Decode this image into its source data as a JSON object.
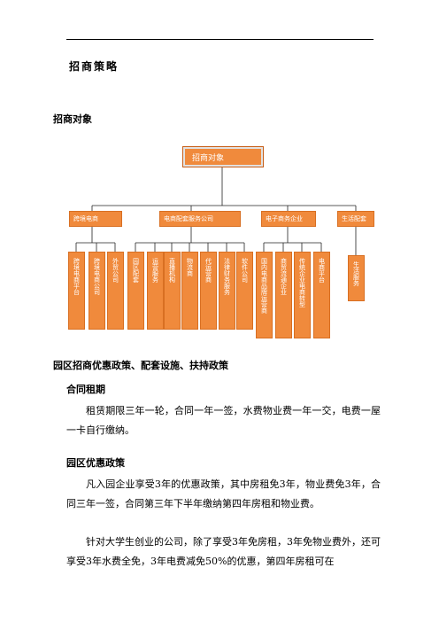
{
  "doc": {
    "title": "招商策略",
    "section_target": "招商对象",
    "section_policy": "园区招商优惠政策、配套设施、扶持政策",
    "contract_heading": "合同租期",
    "contract_text": "租赁期限三年一轮，合同一年一签，水费物业费一年一交，电费一屋一卡自行缴纳。",
    "policy_heading": "园区优惠政策",
    "policy_text_1": "凡入园企业享受3年的优惠政策，其中房租免3年，物业费免3年，合同三年一签，合同第三年下半年缴纳第四年房租和物业费。",
    "policy_text_2": "针对大学生创业的公司，除了享受3年免房租，3年免物业费外，还可享受3年水费全免，3年电费减免50%的优惠，第四年房租可在"
  },
  "org_chart": {
    "root": "招商对象",
    "branches": [
      {
        "label": "跨境电商",
        "children": [
          "跨境电商平台",
          "跨境电商公司",
          "外贸公司"
        ]
      },
      {
        "label": "电商配套服务公司",
        "children": [
          "园区配套",
          "运营服务",
          "直播机构",
          "物流商",
          "代运营商",
          "法律财务服务",
          "软件公司"
        ]
      },
      {
        "label": "电子商务企业",
        "children": [
          "国内电商品牌运营商",
          "商贸流通企业",
          "传统企业电商转型",
          "电商平台"
        ]
      },
      {
        "label": "生活配套",
        "children": [
          "生活服务"
        ]
      }
    ]
  }
}
